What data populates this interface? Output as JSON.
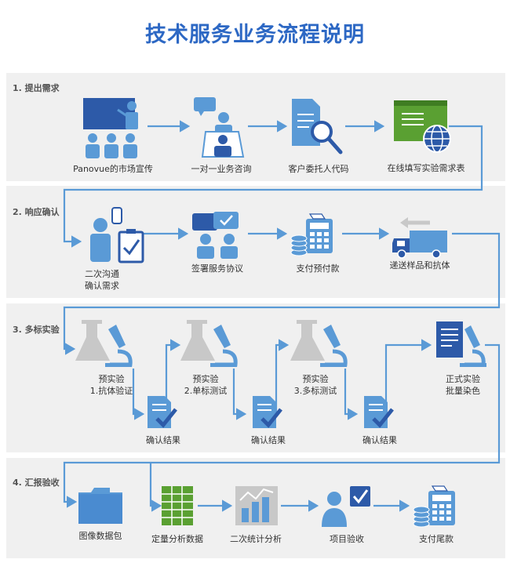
{
  "title": "技术服务业务流程说明",
  "sections": [
    {
      "label": "1. 提出需求"
    },
    {
      "label": "2. 响应确认"
    },
    {
      "label": "3. 多标实验"
    },
    {
      "label": "4. 汇报验收"
    }
  ],
  "nodes": {
    "marketing": [
      "Panovue的市场宣传"
    ],
    "consult": [
      "一对一业务咨询"
    ],
    "proxy": [
      "客户委托人代码"
    ],
    "form": [
      "在线填写实验需求表"
    ],
    "confirm_req": [
      "二次沟通",
      "确认需求"
    ],
    "contract": [
      "签署服务协议"
    ],
    "prepay": [
      "支付预付款"
    ],
    "ship": [
      "递送样品和抗体"
    ],
    "pre1": [
      "预实验",
      "1.抗体验证"
    ],
    "pre2": [
      "预实验",
      "2.单标测试"
    ],
    "pre3": [
      "预实验",
      "3.多标测试"
    ],
    "formal": [
      "正式实验",
      "批量染色"
    ],
    "result1": [
      "确认结果"
    ],
    "result2": [
      "确认结果"
    ],
    "result3": [
      "确认结果"
    ],
    "images": [
      "图像数据包"
    ],
    "quant": [
      "定量分析数据"
    ],
    "stats": [
      "二次统计分析"
    ],
    "accept": [
      "项目验收"
    ],
    "final_pay": [
      "支付尾款"
    ]
  },
  "colors": {
    "accent": "#2d68c4",
    "icon": "#5a9ad6",
    "dark": "#2d5aa8",
    "green": "#5aa032",
    "gray": "#c8c8c8",
    "flow": "#5a9ad6"
  }
}
